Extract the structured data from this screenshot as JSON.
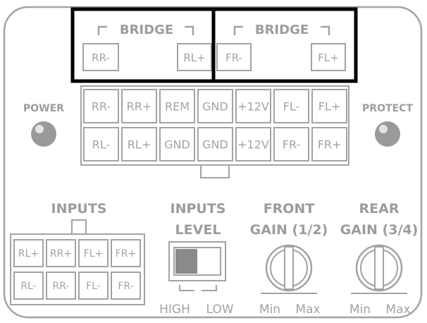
{
  "bridge": {
    "label": "BRIDGE",
    "left_terminals": [
      "RR-",
      "RL+"
    ],
    "right_terminals": [
      "FR-",
      "FL+"
    ]
  },
  "power": {
    "label": "POWER"
  },
  "protect": {
    "label": "PROTECT"
  },
  "main_connector": {
    "top_row": [
      "RR-",
      "RR+",
      "REM",
      "GND",
      "+12V",
      "FL-",
      "FL+"
    ],
    "bottom_row": [
      "RL-",
      "RL+",
      "GND",
      "GND",
      "+12V",
      "FR-",
      "FR+"
    ]
  },
  "inputs": {
    "label": "INPUTS",
    "top_row": [
      "RL+",
      "RR+",
      "FL+",
      "FR+"
    ],
    "bottom_row": [
      "RL-",
      "RR-",
      "FL-",
      "FR-"
    ]
  },
  "inputs_level": {
    "label_line1": "INPUTS",
    "label_line2": "LEVEL",
    "high": "HIGH",
    "low": "LOW",
    "level_fraction": 0.5
  },
  "front_gain": {
    "label_line1": "FRONT",
    "label_line2": "GAIN (1/2)",
    "min": "Min",
    "max": "Max"
  },
  "rear_gain": {
    "label_line1": "REAR",
    "label_line2": "GAIN (3/4)",
    "min": "Min",
    "max": "Max"
  },
  "colors": {
    "line": "#a3a3a3",
    "highlight": "#000000",
    "switch_fill": "#8a8a8a"
  }
}
